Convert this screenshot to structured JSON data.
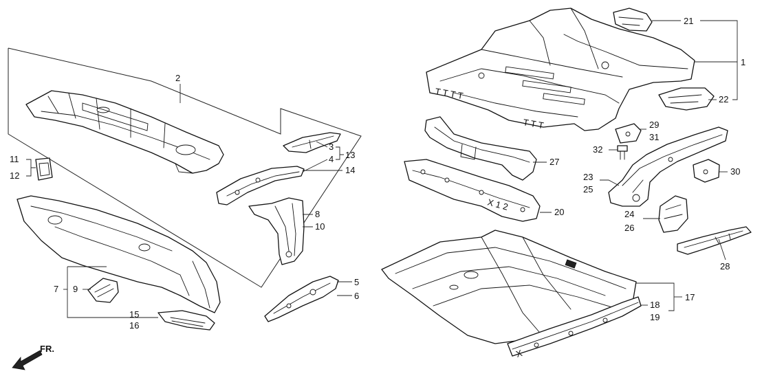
{
  "callouts": {
    "c1": "1",
    "c2": "2",
    "c3": "3",
    "c4": "4",
    "c5": "5",
    "c6": "6",
    "c7": "7",
    "c8": "8",
    "c9": "9",
    "c10": "10",
    "c11": "11",
    "c12": "12",
    "c13": "13",
    "c14": "14",
    "c15": "15",
    "c16": "16",
    "c17": "17",
    "c18": "18",
    "c19": "19",
    "c20": "20",
    "c21": "21",
    "c22": "22",
    "c23": "23",
    "c24": "24",
    "c25": "25",
    "c26": "26",
    "c27": "27",
    "c28": "28",
    "c29": "29",
    "c30": "30",
    "c31": "31",
    "c32": "32"
  },
  "front_indicator": {
    "label": "FR."
  },
  "colors": {
    "line": "#111111",
    "background": "#ffffff"
  }
}
